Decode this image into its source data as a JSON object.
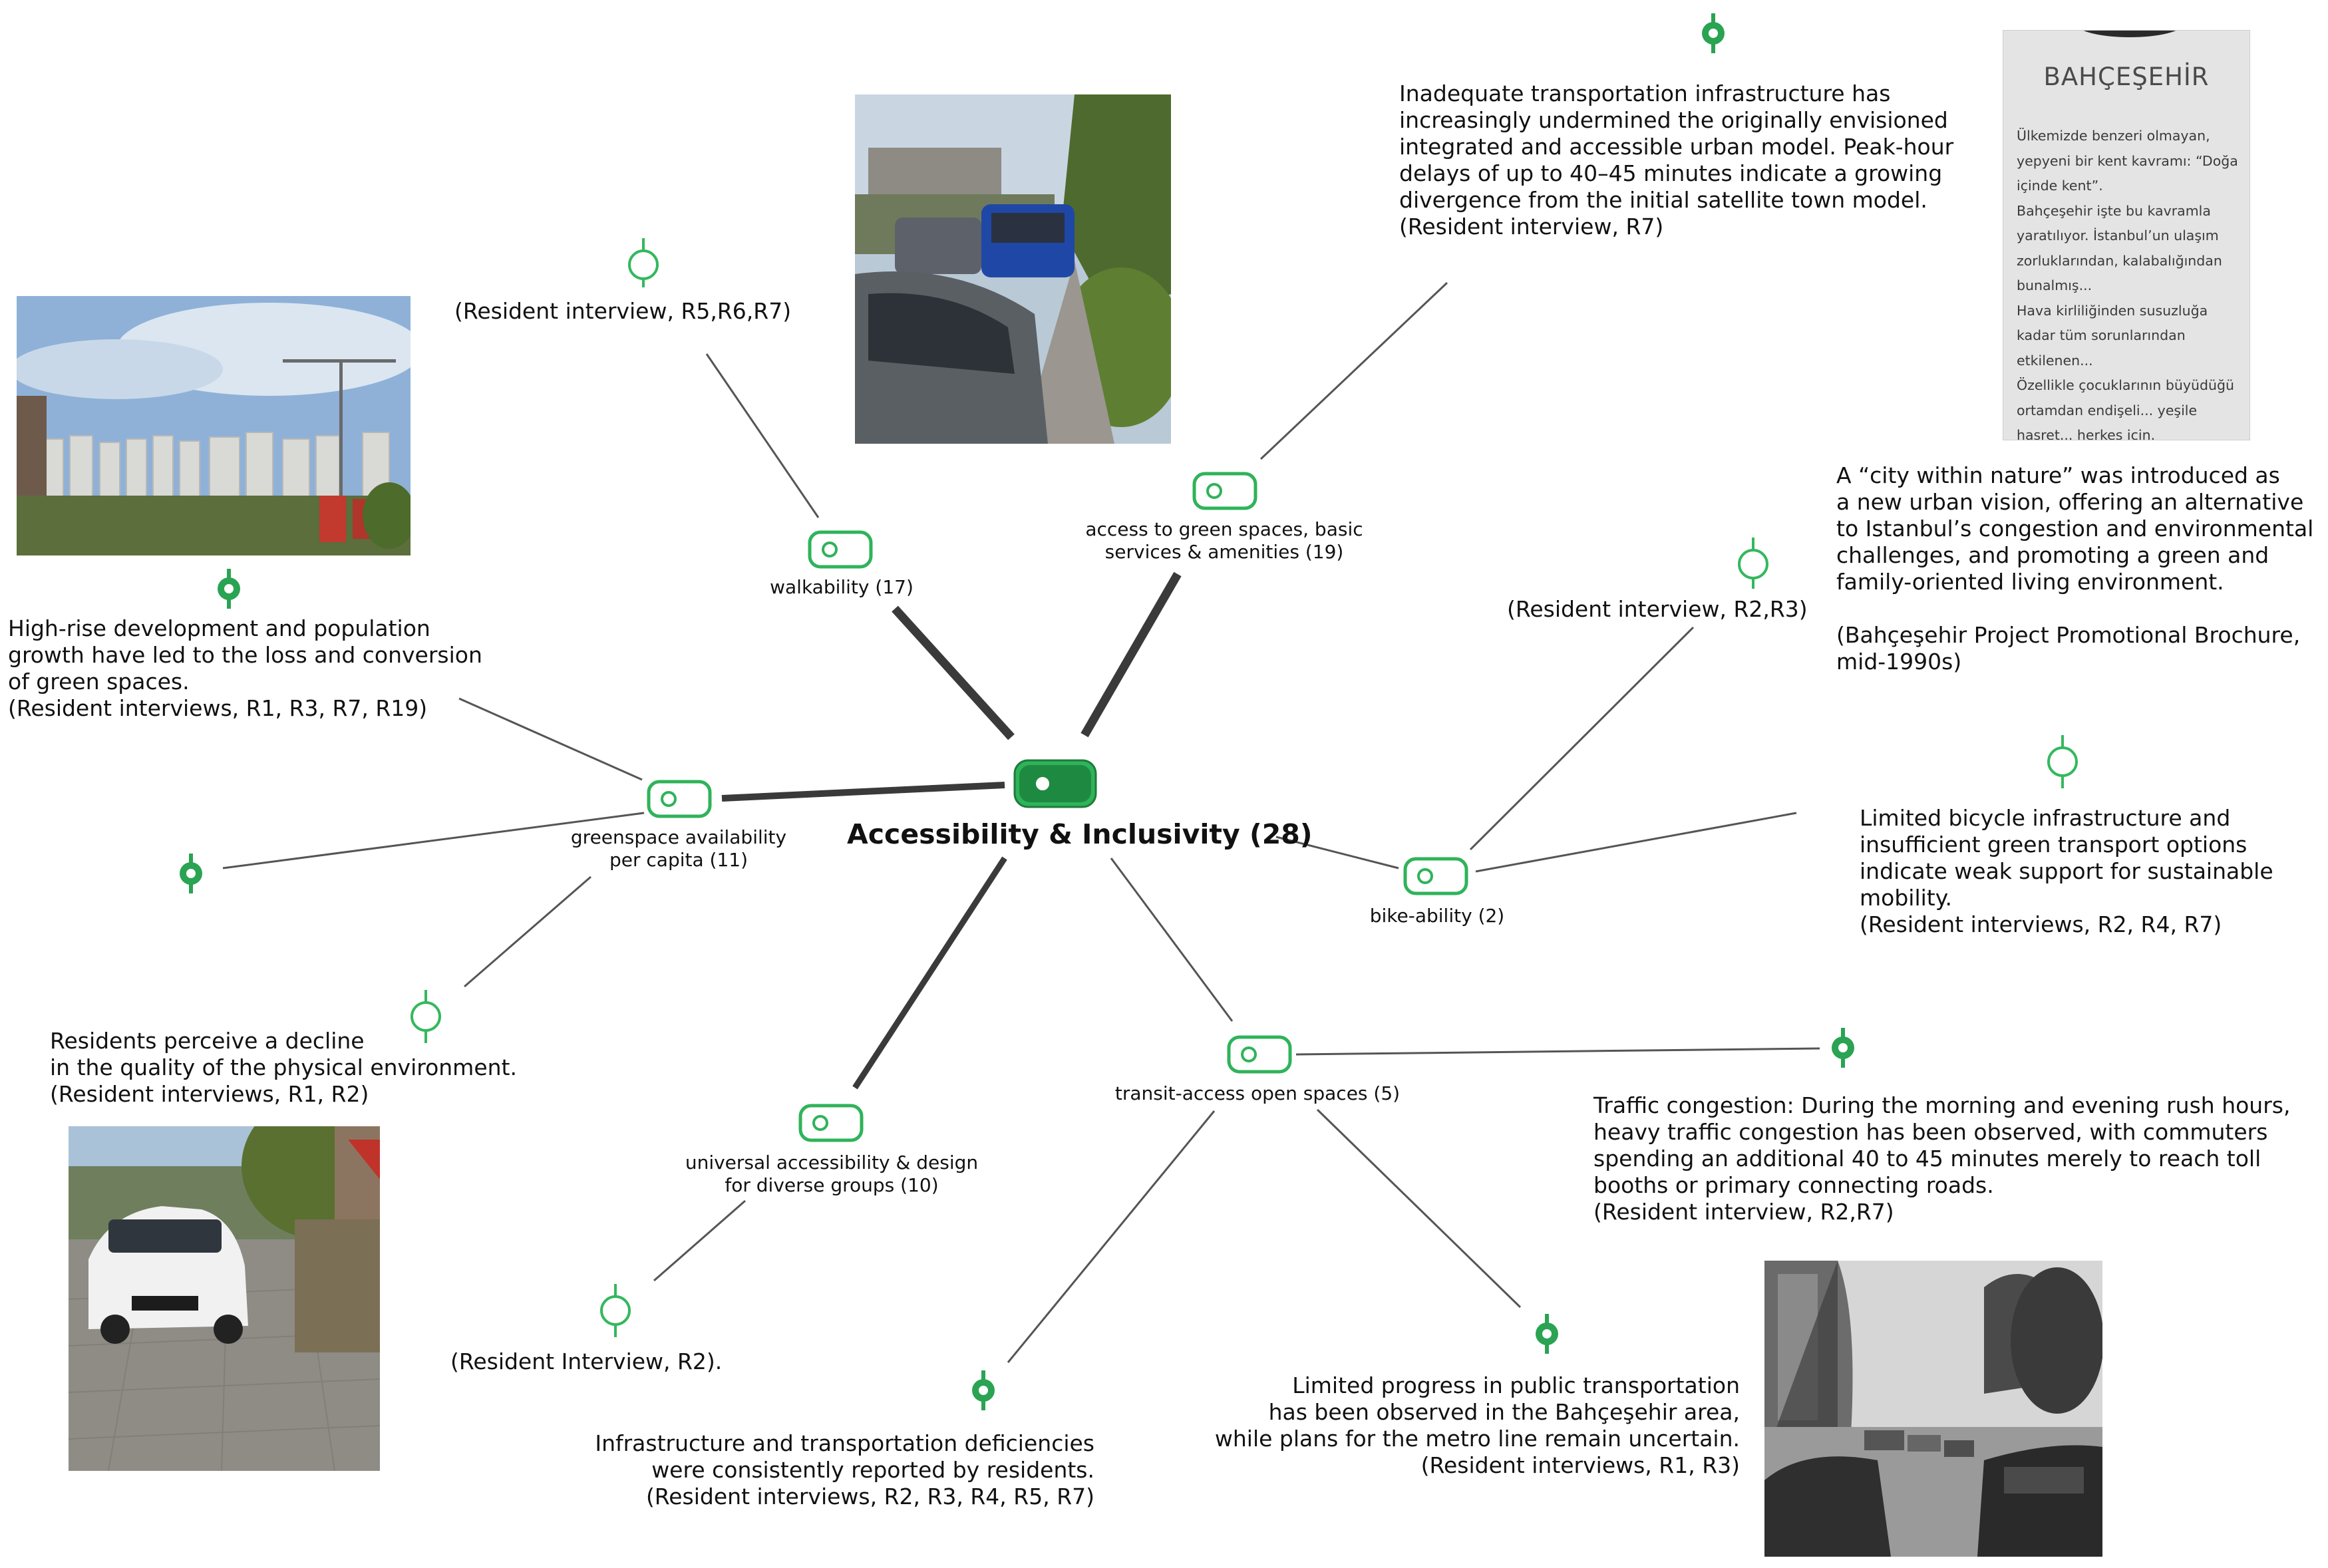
{
  "diagram": {
    "colors": {
      "node_green": "#2fb35a",
      "edge_dark": "#3a3a3a",
      "edge_thin": "#555555",
      "pin_light": "#34b85e",
      "pin_dark": "#2aa352"
    },
    "center": {
      "label": "Accessibility & Inclusivity (28)"
    },
    "codes": [
      {
        "id": "walkability",
        "label": [
          "walkability (17)"
        ]
      },
      {
        "id": "green-access",
        "label": [
          "access to green spaces, basic",
          "services & amenities (19)"
        ]
      },
      {
        "id": "greenspace",
        "label": [
          "greenspace availability",
          "per capita (11)"
        ]
      },
      {
        "id": "bike",
        "label": [
          "bike-ability (2)"
        ]
      },
      {
        "id": "transit",
        "label": [
          "transit-access open spaces (5)"
        ]
      },
      {
        "id": "universal",
        "label": [
          "universal accessibility & design",
          "for diverse groups (10)"
        ]
      }
    ],
    "quotes": [
      {
        "id": "q-walk",
        "lines": [
          "(Resident interview, R5,R6,R7)"
        ]
      },
      {
        "id": "q-transport",
        "lines": [
          "Inadequate transportation infrastructure has",
          "increasingly undermined the originally envisioned",
          "integrated and accessible urban model. Peak-hour",
          "delays of up to 40–45 minutes indicate a growing",
          "divergence from the initial satellite town model.",
          "(Resident interview, R7)"
        ]
      },
      {
        "id": "q-highrise",
        "lines": [
          "High-rise development and population",
          "growth have led to the loss and conversion",
          "of green spaces.",
          "(Resident interviews, R1, R3, R7, R19)"
        ]
      },
      {
        "id": "q-brochure",
        "lines": [
          "A “city within nature” was introduced as",
          "a new urban vision, offering an alternative",
          "to Istanbul’s congestion and environmental",
          "challenges, and promoting a green and",
          "family-oriented living environment.",
          "",
          "(Bahçeşehir Project Promotional Brochure,",
          "mid-1990s)"
        ]
      },
      {
        "id": "q-r2r3",
        "lines": [
          "(Resident interview, R2,R3)"
        ]
      },
      {
        "id": "q-bike",
        "lines": [
          "Limited bicycle infrastructure and",
          "insufficient green transport options",
          "indicate weak support for sustainable",
          "mobility.",
          "(Resident interviews, R2, R4, R7)"
        ]
      },
      {
        "id": "q-decline",
        "lines": [
          "Residents perceive a decline",
          "in the quality of the physical environment.",
          "(Resident interviews, R1, R2)"
        ]
      },
      {
        "id": "q-traffic",
        "lines": [
          "Traffic congestion: During the morning and evening rush hours,",
          "heavy traffic congestion has been observed, with commuters",
          "spending an additional 40 to 45 minutes merely to reach toll",
          "booths or primary connecting roads.",
          "(Resident interview, R2,R7)"
        ]
      },
      {
        "id": "q-r2",
        "lines": [
          "(Resident Interview, R2)."
        ]
      },
      {
        "id": "q-infra",
        "lines": [
          "Infrastructure and transportation deficiencies",
          "were consistently reported by residents.",
          "(Resident interviews, R2, R3, R4, R5, R7)"
        ]
      },
      {
        "id": "q-metro",
        "lines": [
          "Limited progress in public transportation",
          "has been observed in the Bahçeşehir area,",
          "while plans for the metro line remain uncertain.",
          "(Resident interviews, R1, R3)"
        ]
      }
    ],
    "brochure": {
      "title": "BAHÇEŞEHİR",
      "lines": [
        "Ülkemizde benzeri olmayan,",
        "yepyeni bir kent kavramı: “Doğa",
        "içinde kent”.",
        "Bahçeşehir işte bu kavramla",
        "yaratılıyor. İstanbul’un ulaşım",
        "zorluklarından, kalabalığından",
        "bunalmış...",
        "Hava kirliliğinden susuzluğa",
        "kadar tüm sorunlarından",
        "etkilenen...",
        "Özellikle çocuklarının büyüdüğü",
        "ortamdan endişeli... yeşile",
        "hasret... herkes için."
      ]
    },
    "photos": [
      {
        "id": "parked-cars-sidewalk",
        "kind": "color"
      },
      {
        "id": "high-rise-skyline",
        "kind": "color"
      },
      {
        "id": "car-on-pavement",
        "kind": "color"
      },
      {
        "id": "traffic-jam",
        "kind": "grayscale"
      }
    ]
  }
}
